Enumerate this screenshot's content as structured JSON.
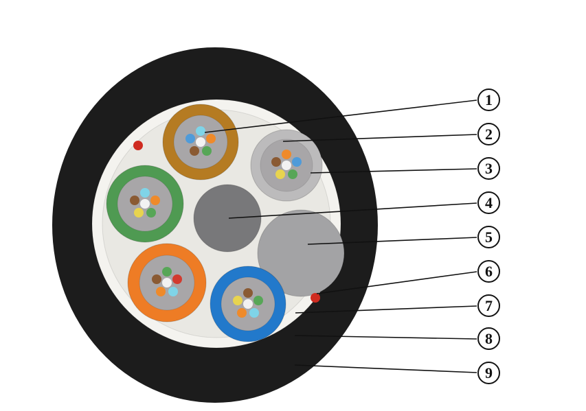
{
  "figure": {
    "description": "Fiber optic cable cross-section diagram with numbered callouts"
  },
  "callouts": [
    {
      "number": "1"
    },
    {
      "number": "2"
    },
    {
      "number": "3"
    },
    {
      "number": "4"
    },
    {
      "number": "5"
    },
    {
      "number": "6"
    },
    {
      "number": "7"
    },
    {
      "number": "8"
    },
    {
      "number": "9"
    }
  ],
  "colors": {
    "jacket": "#1c1c1c",
    "sheath": "#f4f3ef",
    "interior": "#e9e8e3",
    "tube_inner": "#a8a6a8",
    "tube_amber": "#b57b22",
    "tube_gray": "#bcbbbc",
    "tube_green": "#4f9a52",
    "tube_orange": "#ee7c25",
    "tube_blue": "#2279cb",
    "filler_center": "#78787a",
    "filler_large": "#a3a3a5",
    "ripcord_red": "#cf2b20"
  },
  "palette": {
    "white": "#f2f2f2",
    "blue": "#4f9bd9",
    "lightblue": "#7fd4e8",
    "orange": "#ef8a2a",
    "green": "#57a657",
    "brown": "#8a5a33",
    "yellow": "#e8d44f",
    "red": "#d23b2f"
  }
}
